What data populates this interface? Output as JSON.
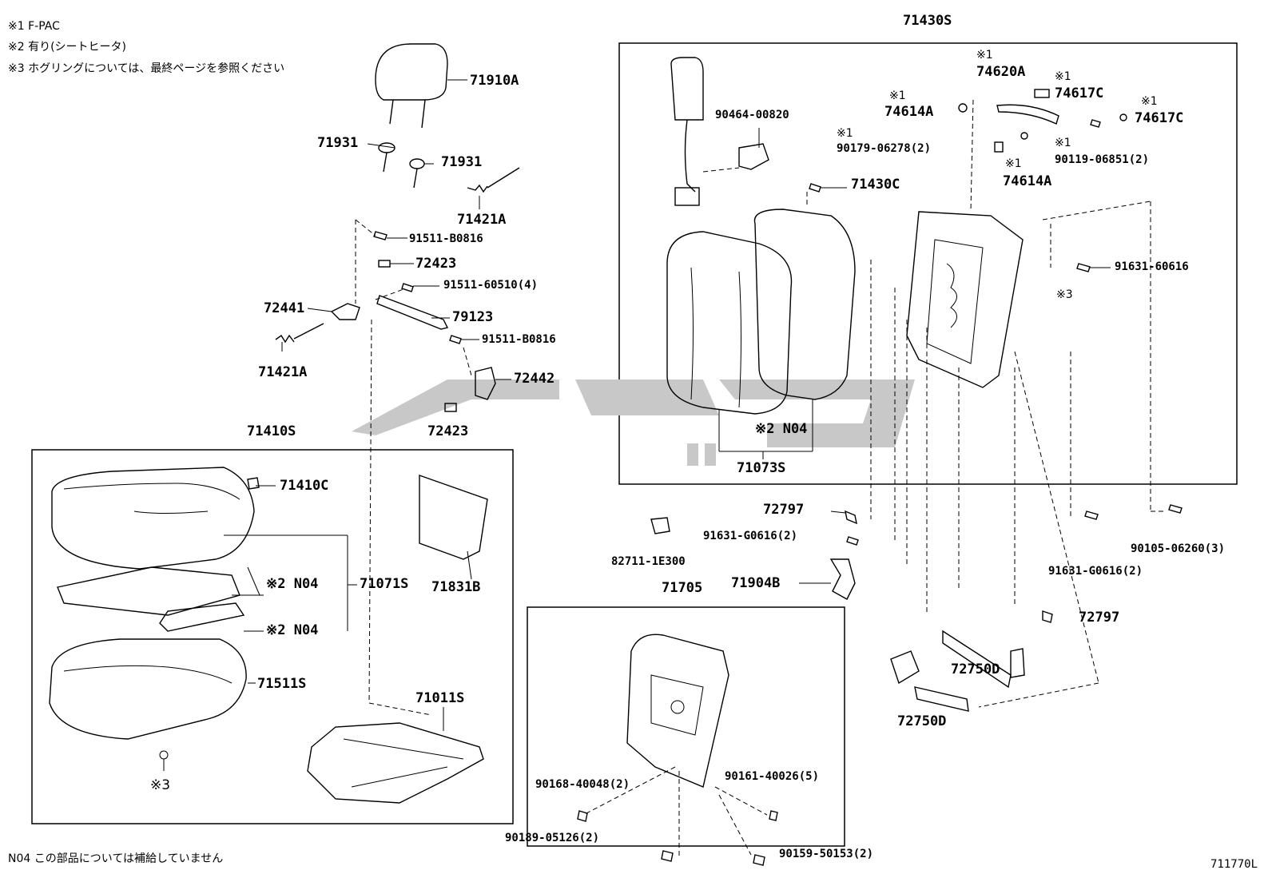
{
  "notes": {
    "n1": "※1 F-PAC",
    "n2": "※2 有り(シートヒータ)",
    "n3": "※3  ホグリングについては、最終ページを参照ください",
    "footer": "N04 この部品については補給していません",
    "diagram_code": "711770L"
  },
  "watermark": {
    "color": "#c8c8c8"
  },
  "labels": {
    "l71910A": "71910A",
    "l71931a": "71931",
    "l71931b": "71931",
    "l71421A_top": "71421A",
    "l91511_B0816_a": "91511-B0816",
    "l72423_a": "72423",
    "l91511_60510": "91511-60510(4)",
    "l72441": "72441",
    "l79123": "79123",
    "l91511_B0816_b": "91511-B0816",
    "l71421A_bot": "71421A",
    "l72442": "72442",
    "l72423_b": "72423",
    "l71410S": "71410S",
    "l71410C": "71410C",
    "l71831B": "71831B",
    "l71071S": "71071S",
    "l_n04_a": "※2 N04",
    "l_n04_b": "※2 N04",
    "l71511S": "71511S",
    "l71011S": "71011S",
    "l_note3_left": "※3",
    "l71430S": "71430S",
    "l90464": "90464-00820",
    "l71430C": "71430C",
    "l_s1_74620A": "※1",
    "l74620A": "74620A",
    "l_s1_74617C_a": "※1",
    "l74617C_a": "74617C",
    "l_s1_74614A_a": "※1",
    "l74614A_a": "74614A",
    "l_s1_74617C_b": "※1",
    "l74617C_b": "74617C",
    "l_s1_90179": "※1",
    "l90179": "90179-06278(2)",
    "l_s1_90119": "※1",
    "l90119": "90119-06851(2)",
    "l_s1_74614A_b": "※1",
    "l74614A_b": "74614A",
    "l91631_60616": "91631-60616",
    "l_note3_right": "※3",
    "l_n04_c": "※2 N04",
    "l71073S": "71073S",
    "l72797_a": "72797",
    "l91631_G0616_a": "91631-G0616(2)",
    "l82711": "82711-1E300",
    "l71904B": "71904B",
    "l91631_G0616_b": "91631-G0616(2)",
    "l90105": "90105-06260(3)",
    "l72797_b": "72797",
    "l72750D_a": "72750D",
    "l72750D_b": "72750D",
    "l71705": "71705",
    "l90168": "90168-40048(2)",
    "l90161": "90161-40026(5)",
    "l90189": "90189-05126(2)",
    "l90159": "90159-50153(2)"
  }
}
